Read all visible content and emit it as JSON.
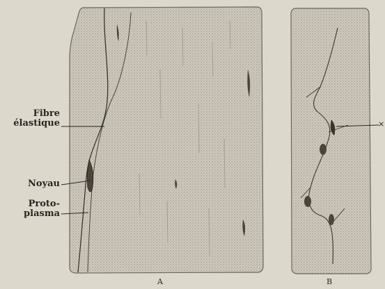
{
  "labels": {
    "fibre_line1": "Fibre",
    "fibre_line2": "élastique",
    "noyau": "Noyau",
    "proto_line1": "Proto-",
    "proto_line2": "plasma",
    "right_pointer": "×"
  },
  "captions": {
    "panel_a": "A",
    "panel_b": "B"
  },
  "colors": {
    "background": "#ddd8cc",
    "panel_fill": "#c9c4b8",
    "ink": "#2a2620"
  }
}
